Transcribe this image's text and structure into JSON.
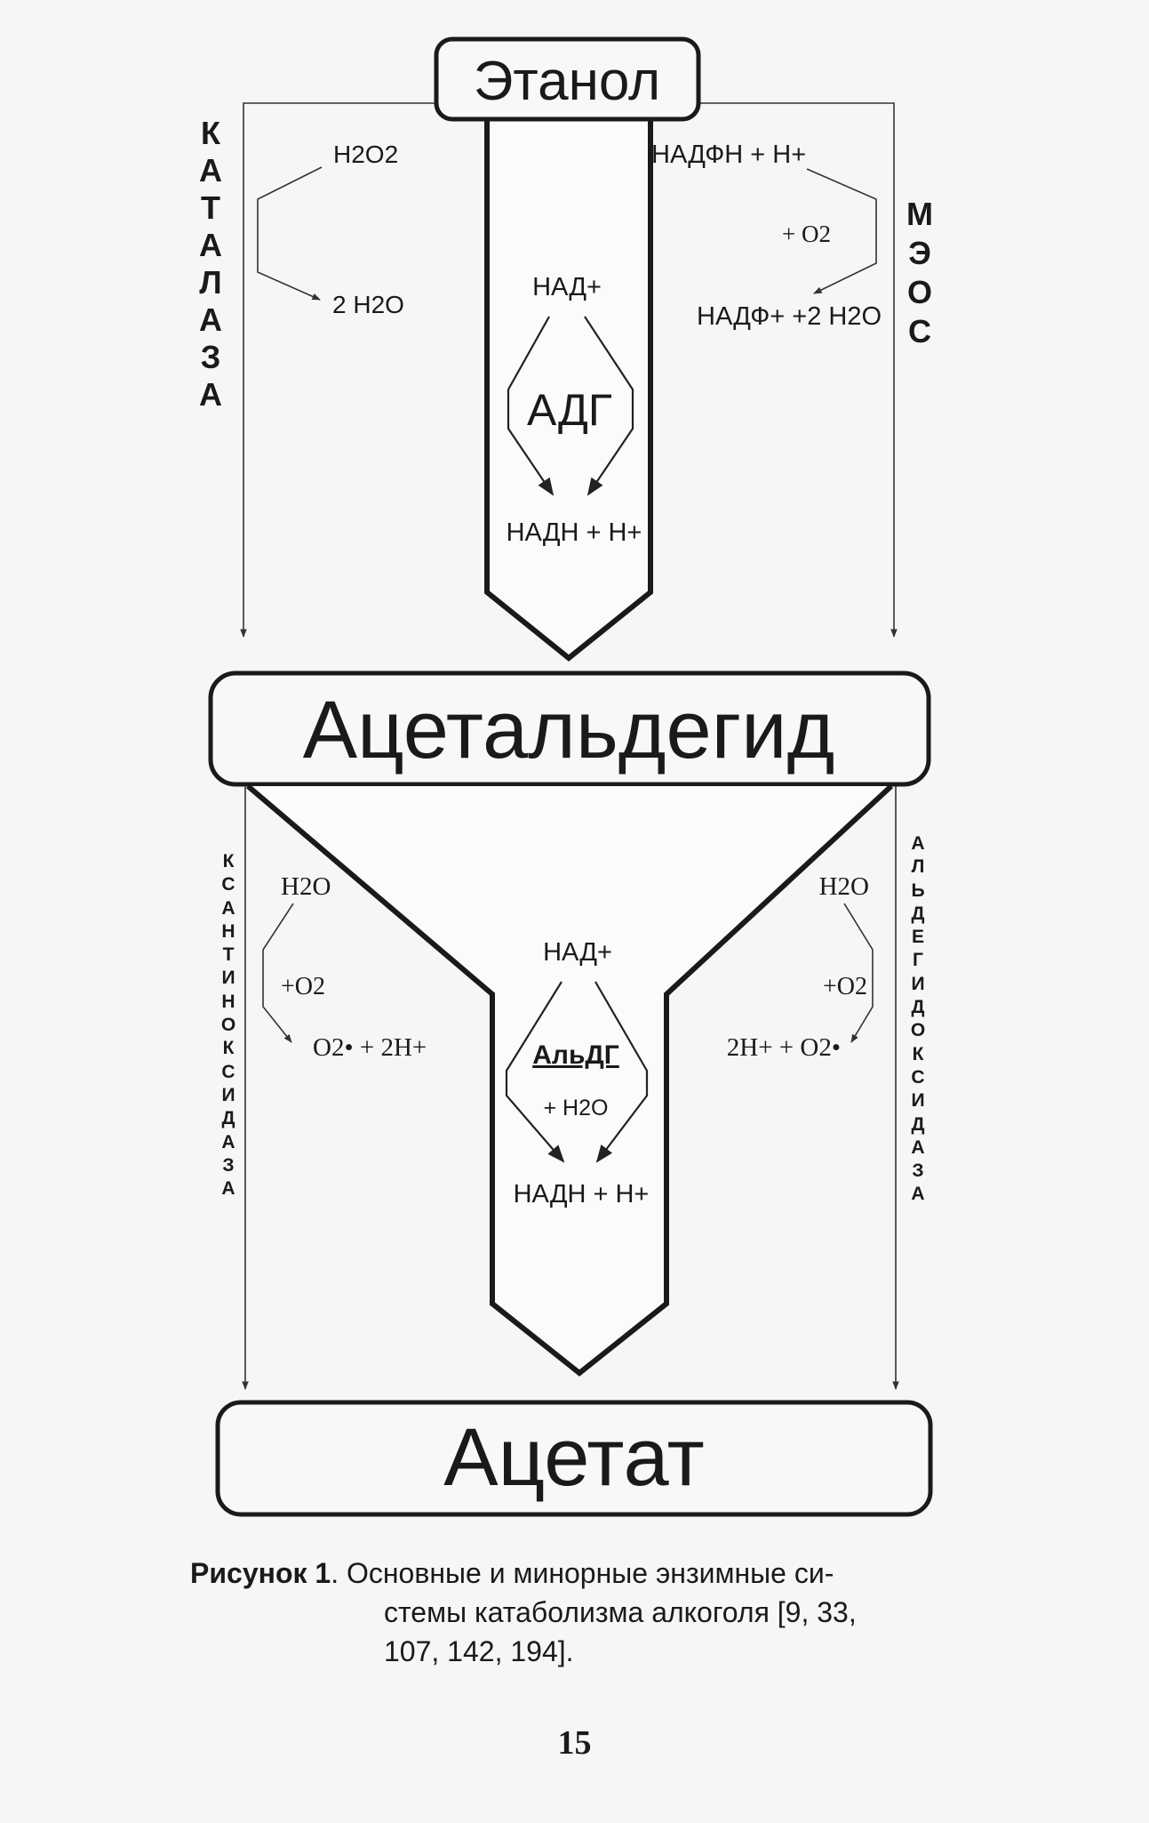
{
  "nodes": {
    "ethanol": "Этанол",
    "acetaldehyde": "Ацетальдегид",
    "acetate": "Ацетат"
  },
  "enzymes": {
    "catalase": "КАТАЛАЗА",
    "meos": "МЭОС",
    "adh": "АДГ",
    "xanthine_oxidase": "КСАНТИНОКСИДАЗА",
    "aldh": "АльДГ",
    "aldehyde_oxidase": "АЛЬДЕГИДОКСИДАЗА"
  },
  "reactions": {
    "catalase": {
      "reactant": "H2O2",
      "product": "2 H2O"
    },
    "adh": {
      "cofactor_in": "НАД+",
      "cofactor_out": "НАДН + Н+"
    },
    "meos": {
      "cofactor_in": "НАДФН + Н+",
      "oxygen": "+ O2",
      "product": "НАДФ+ +2 Н2О"
    },
    "xanthine_oxidase": {
      "water": "H2O",
      "oxygen": "+O2",
      "product": "O2• + 2H+"
    },
    "aldh": {
      "cofactor_in": "НАД+",
      "water": "+ H2O",
      "cofactor_out": "НАДН + Н+"
    },
    "aldehyde_oxidase": {
      "water": "H2O",
      "oxygen": "+O2",
      "product": "2H+ + O2•"
    }
  },
  "caption": {
    "label": "Рисунок 1",
    "line1": ". Основные и минорные энзимные си-",
    "line2": "стемы катаболизма алкоголя [9, 33,",
    "line3": "107, 142, 194]."
  },
  "page_number": "15"
}
